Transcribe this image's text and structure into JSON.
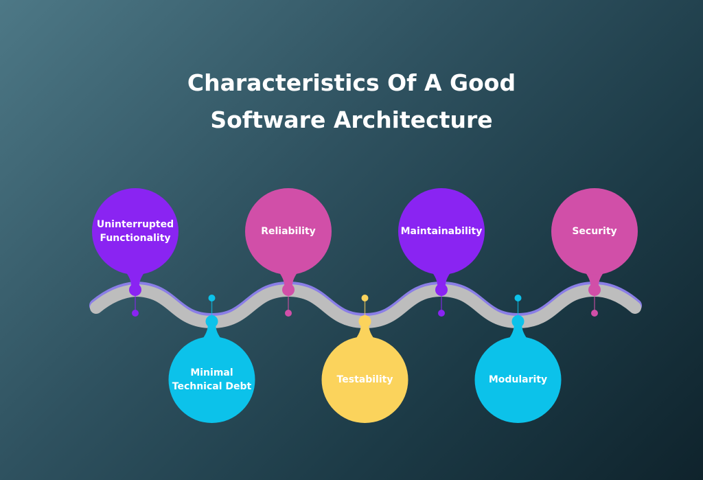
{
  "title": {
    "line1": "Characteristics Of A Good",
    "line2": "Software Architecture"
  },
  "colors": {
    "purple": "#8a24f2",
    "pink": "#d14fa8",
    "cyan": "#0cc2ea",
    "yellow": "#fbd35c",
    "track": "#bdbdbd",
    "track_edge": "#8a7ee6"
  },
  "items": [
    {
      "label": "Uninterrupted Functionality",
      "color": "#8a24f2",
      "position": "top"
    },
    {
      "label": "Minimal Technical Debt",
      "color": "#0cc2ea",
      "position": "bottom"
    },
    {
      "label": "Reliability",
      "color": "#d14fa8",
      "position": "top"
    },
    {
      "label": "Testability",
      "color": "#fbd35c",
      "position": "bottom"
    },
    {
      "label": "Maintainability",
      "color": "#8a24f2",
      "position": "top"
    },
    {
      "label": "Modularity",
      "color": "#0cc2ea",
      "position": "bottom"
    },
    {
      "label": "Security",
      "color": "#d14fa8",
      "position": "top"
    }
  ]
}
